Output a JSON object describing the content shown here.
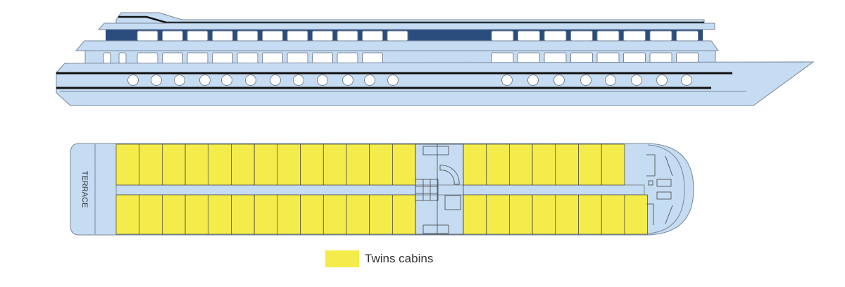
{
  "colors": {
    "hull": "#c5dcf3",
    "stroke": "#7a8799",
    "window_band": "#2a4d7e",
    "cabin": "#f3ec4a",
    "outline": "#333333"
  },
  "deck_plan": {
    "terrace_label": "TERRACE",
    "cabins": {
      "aft_port": 13,
      "aft_starboard": 13,
      "fwd_port": 7,
      "fwd_starboard": 8
    }
  },
  "legend": [
    {
      "label": "Twins cabins",
      "color": "#f3ec4a"
    }
  ]
}
